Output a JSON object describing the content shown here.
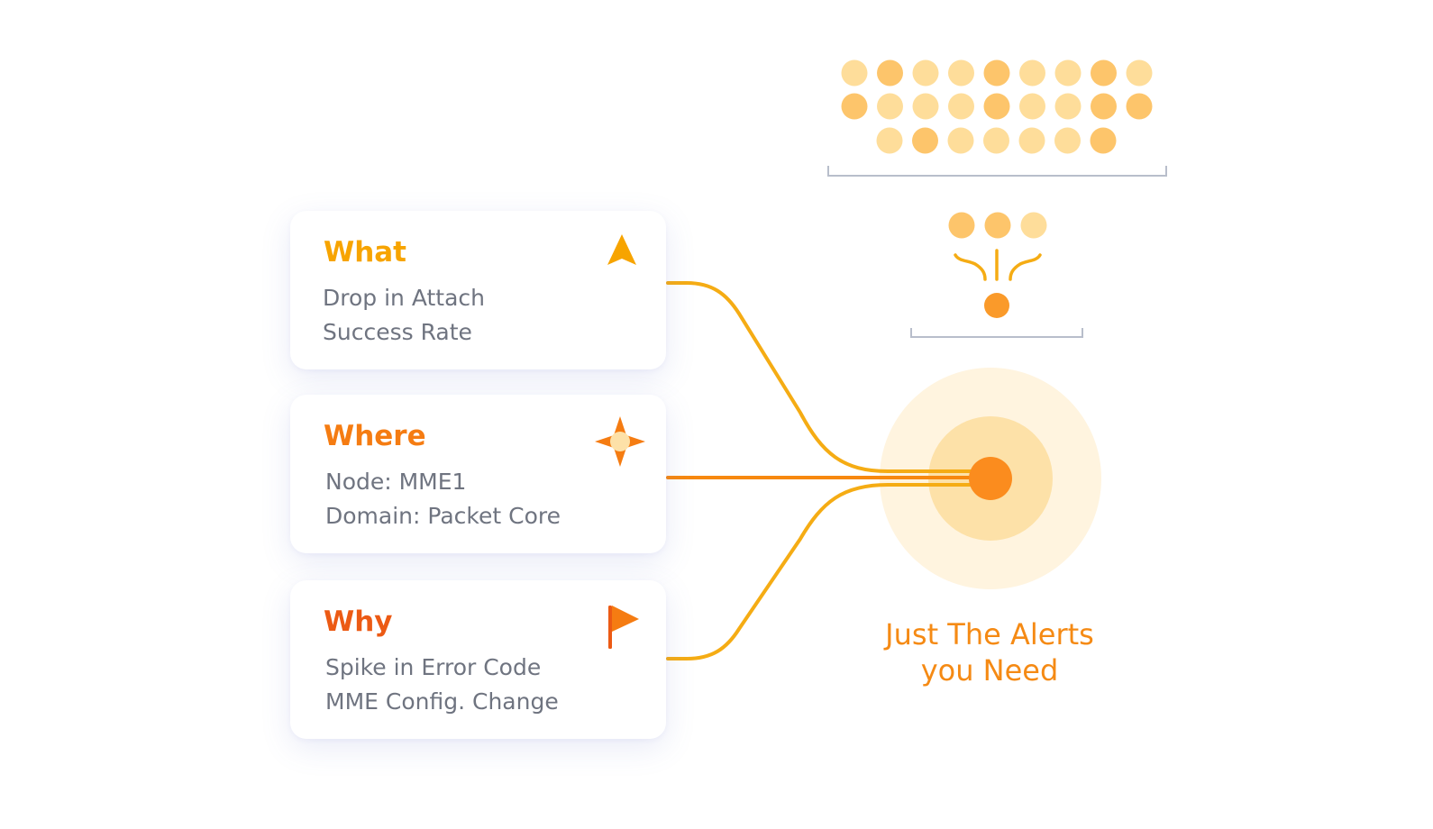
{
  "cards": [
    {
      "id": "what",
      "title": "What",
      "lines": [
        "Drop in Attach",
        "Success Rate"
      ],
      "icon": "navigation-arrow-icon",
      "accent": "#f7a400"
    },
    {
      "id": "where",
      "title": "Where",
      "lines": [
        "Node: MME1",
        "Domain: Packet Core"
      ],
      "icon": "compass-star-icon",
      "accent": "#f57c12"
    },
    {
      "id": "why",
      "title": "Why",
      "lines": [
        "Spike in Error Code",
        "MME Config. Change"
      ],
      "icon": "flag-icon",
      "accent": "#ec5a14"
    }
  ],
  "tagline": {
    "line1": "Just The Alerts",
    "line2": "you Need"
  },
  "colors": {
    "dot_pale": "#fedd9a",
    "dot_mid": "#fdc56b",
    "dot_strong": "#fa9a2a",
    "connector": "#f5ac14",
    "connector_middle": "#f7880f",
    "bracket": "#b8becb",
    "ring_outer": "#fff4df",
    "ring_inner": "#fde1a8",
    "core": "#fb8c1e"
  },
  "dot_grid": {
    "rows": [
      [
        "pale",
        "mid",
        "pale",
        "pale",
        "mid",
        "pale",
        "pale",
        "mid",
        "pale"
      ],
      [
        "mid",
        "pale",
        "pale",
        "pale",
        "mid",
        "pale",
        "pale",
        "mid",
        "mid"
      ],
      [
        "pale",
        "mid",
        "pale",
        "pale",
        "pale",
        "pale",
        "mid"
      ]
    ],
    "filtered_row": [
      "mid",
      "mid",
      "pale"
    ],
    "result": "strong"
  }
}
